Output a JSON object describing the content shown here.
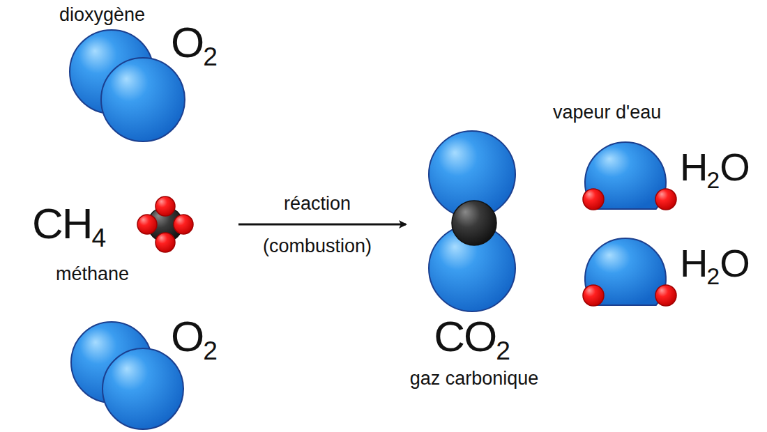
{
  "diagram": {
    "labels": [
      "dioxygène",
      "O2",
      "CH4",
      "méthane",
      "O2",
      "réaction",
      "(combustion)",
      "CO2",
      "gaz carbonique",
      "vapeur d'eau",
      "H2O",
      "H2O"
    ]
  }
}
